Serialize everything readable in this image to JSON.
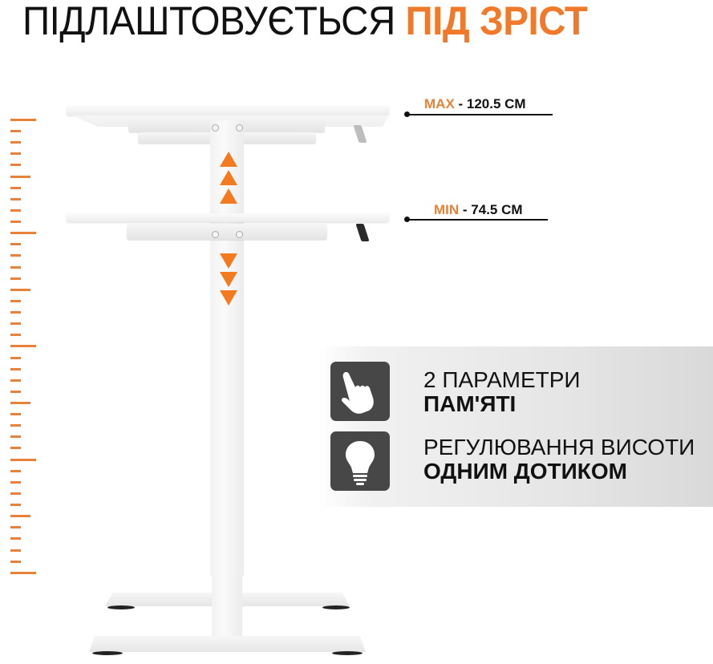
{
  "title": {
    "main": "ПІДЛАШТОВУЄТЬСЯ ",
    "accent": "ПІД ЗРІСТ"
  },
  "height_labels": {
    "max": {
      "key": "MAX",
      "value": " - 120.5 CM"
    },
    "min": {
      "key": "MIN",
      "value": " - 74.5 CM"
    }
  },
  "features": [
    {
      "icon": "hand-pointer-icon",
      "line1": "2 ПАРАМЕТРИ",
      "line2": "ПАМ'ЯТІ"
    },
    {
      "icon": "lightbulb-icon",
      "line1": "РЕГУЛЮВАННЯ ВИСОТИ",
      "line2": "ОДНИМ ДОТИКОМ"
    }
  ],
  "colors": {
    "accent": "#f07a2a",
    "icon_bg": "#474747",
    "text": "#111111"
  },
  "arrows": {
    "up_count": 3,
    "down_count": 3
  }
}
